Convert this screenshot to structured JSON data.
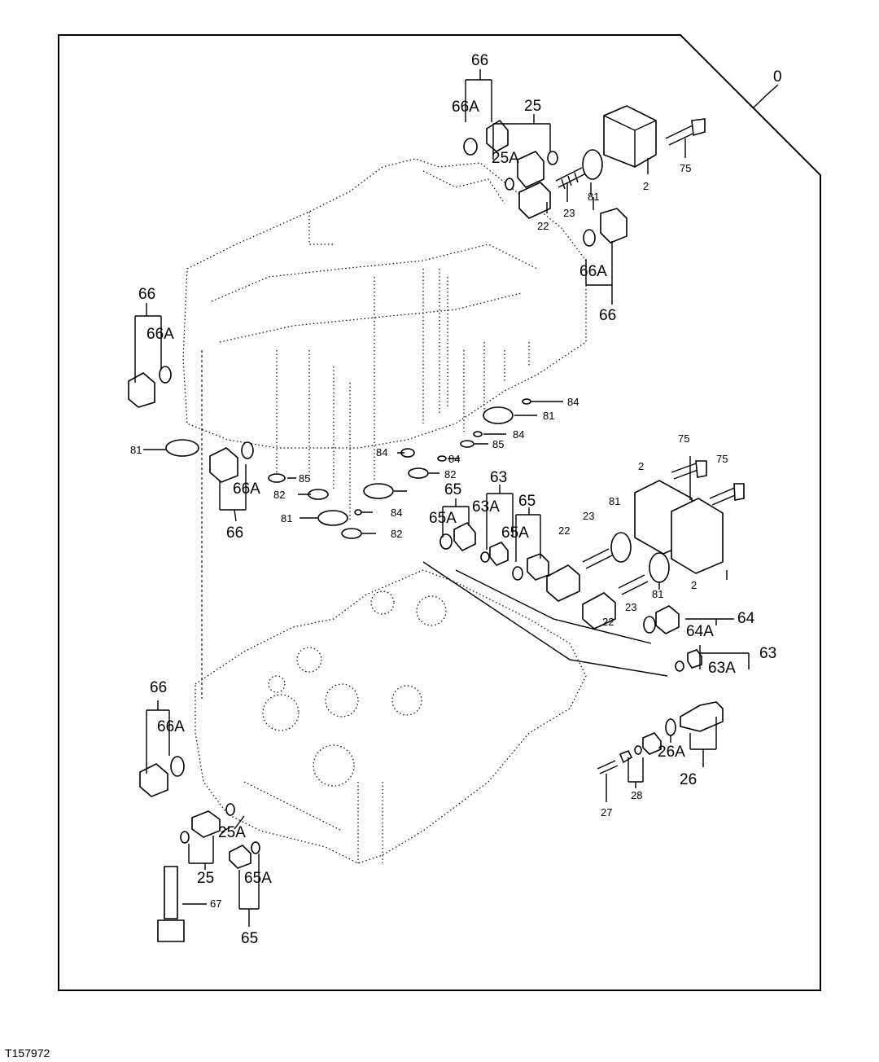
{
  "figure_id": "T157972",
  "assembly_callout": "0",
  "callouts": [
    "66",
    "66A",
    "25",
    "25A",
    "22",
    "23",
    "81",
    "2",
    "75",
    "66A",
    "66",
    "66",
    "66A",
    "81",
    "84",
    "84",
    "85",
    "84",
    "82",
    "84",
    "85",
    "81",
    "66A",
    "66",
    "82",
    "81",
    "84",
    "82",
    "63",
    "63A",
    "65",
    "65A",
    "65",
    "65A",
    "22",
    "23",
    "81",
    "22",
    "23",
    "81",
    "75",
    "75",
    "2",
    "2",
    "64",
    "64A",
    "63",
    "63A",
    "66",
    "66A",
    "25A",
    "25",
    "65A",
    "65",
    "67",
    "26A",
    "26",
    "28",
    "27"
  ]
}
